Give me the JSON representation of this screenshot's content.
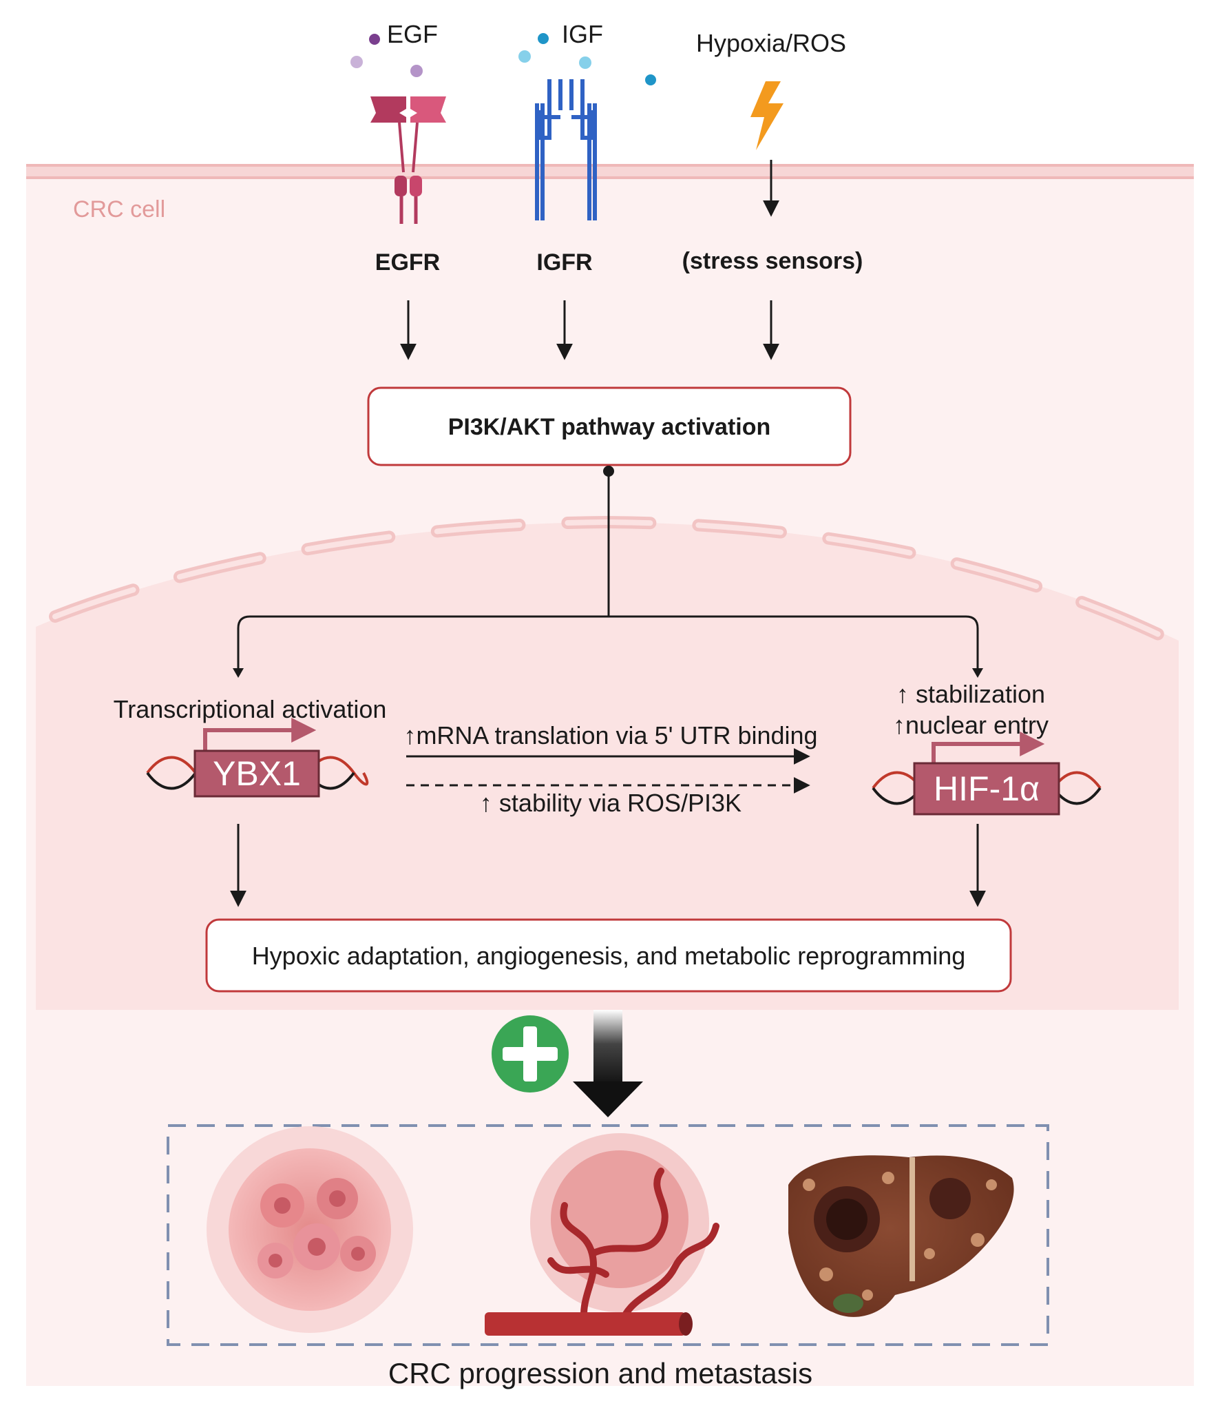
{
  "ligands": {
    "egf": "EGF",
    "igf": "IGF",
    "hypoxia": "Hypoxia/ROS"
  },
  "cell_label": "CRC cell",
  "receptors": {
    "egfr": "EGFR",
    "igfr": "IGFR",
    "stress": "(stress sensors)"
  },
  "pathway_box": "PI3K/AKT  pathway activation",
  "left_branch": {
    "title": "Transcriptional activation",
    "gene": "YBX1"
  },
  "right_branch": {
    "line1": "↑ stabilization",
    "line2": "↑nuclear entry",
    "gene": "HIF-1α"
  },
  "interaction": {
    "solid": "↑mRNA translation via 5' UTR binding",
    "dashed": "↑ stability via ROS/PI3K"
  },
  "outcome_box": "Hypoxic adaptation, angiogenesis, and metabolic reprogramming",
  "bottom_caption": "CRC progression and metastasis",
  "colors": {
    "cell_bg": "#fdf1f1",
    "nucleus_bg": "#fbe6e6",
    "membrane": "#f2c4c4",
    "box_border": "#c0393b",
    "gene_box": "#b4596c",
    "plus_green": "#3aa655",
    "egfr": "#b23a5e",
    "igfr": "#2f62c4",
    "bolt": "#f39a1e",
    "dashed_frame": "#8090b0"
  }
}
